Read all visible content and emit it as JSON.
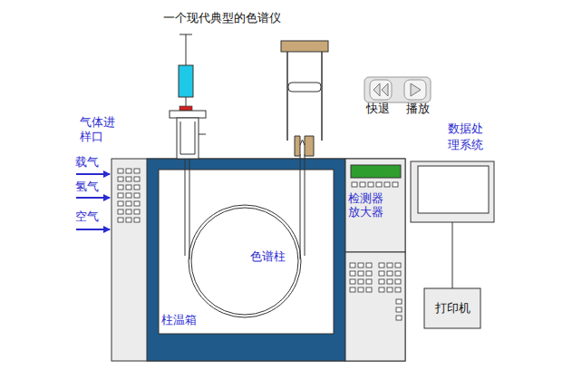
{
  "diagram": {
    "title": "一个现代典型的色谱仪",
    "nodes": [
      {
        "text": [
          "快退",
          "播放"
        ]
      },
      {
        "text": [
          "柱温箱"
        ]
      },
      {
        "text": [
          "色谱柱"
        ],
        "in": 1
      },
      {
        "text": [
          "检测器 放大器"
        ]
      },
      {
        "text": [
          "数据处 理系统"
        ]
      },
      {
        "text": [
          "打印机"
        ]
      }
    ],
    "edges": [
      {
        "from": 4,
        "to": 5,
        "arrow": "none"
      }
    ],
    "labels": [
      "气体进 样口",
      "载气",
      "氢气",
      "空气"
    ]
  }
}
